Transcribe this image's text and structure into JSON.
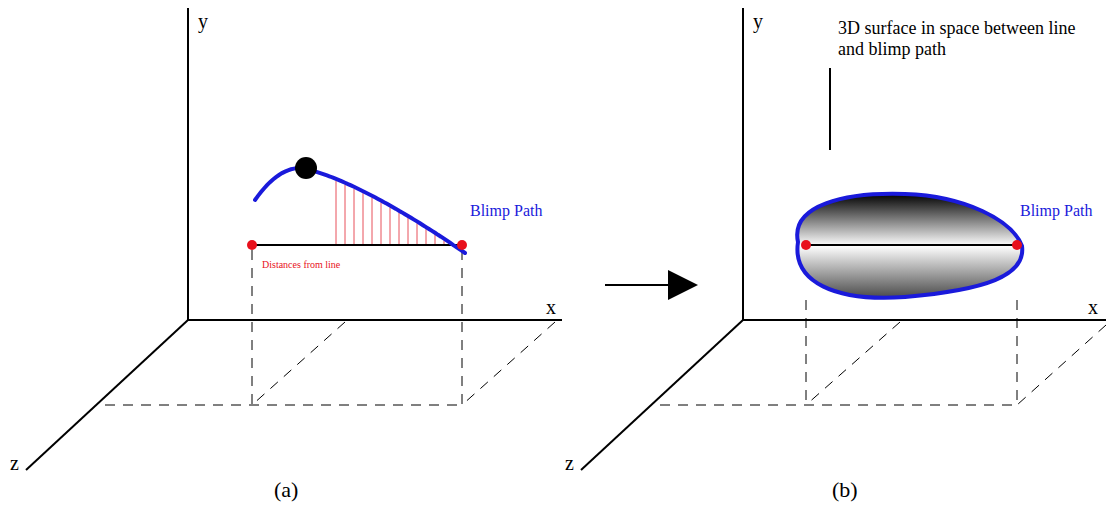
{
  "diagram": {
    "labels": [
      "y",
      "x",
      "z",
      "Distances from line",
      "Blimp Path",
      "(a)",
      "y",
      "x",
      "z",
      "3D surface in space between line and blimp path",
      "Blimp Path",
      "(b)"
    ]
  }
}
